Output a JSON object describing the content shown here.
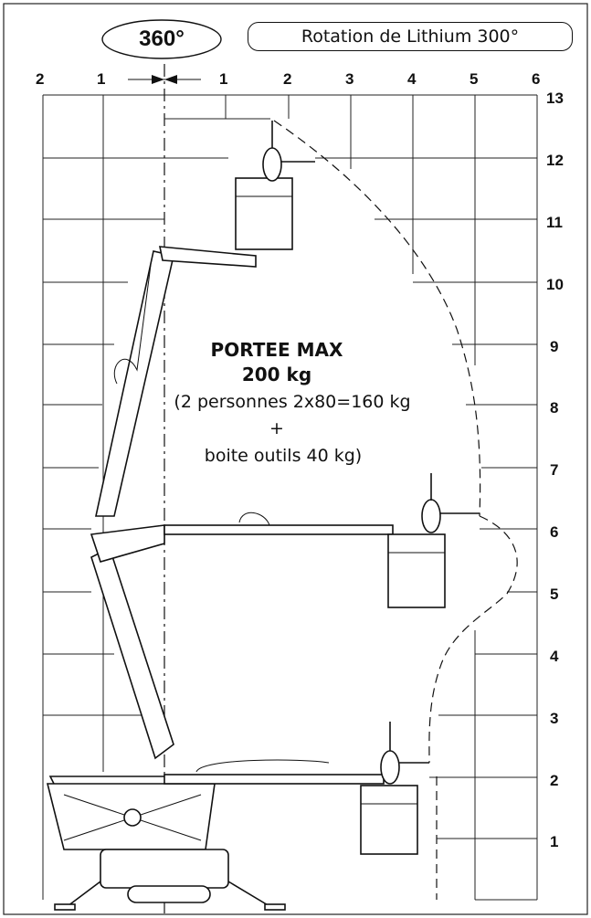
{
  "header": {
    "rotation_badge": "360°",
    "rotation_note": "Rotation de Lithium 300°"
  },
  "axes": {
    "horizontal_labels": [
      "2",
      "1",
      "1",
      "2",
      "3",
      "4",
      "5",
      "6"
    ],
    "vertical_labels": [
      "13",
      "12",
      "11",
      "10",
      "9",
      "8",
      "7",
      "6",
      "5",
      "4",
      "3",
      "2",
      "1"
    ]
  },
  "caption": {
    "title_line1": "PORTEE MAX",
    "title_line2": "200 kg",
    "line3": "(2 personnes 2x80=160 kg",
    "line4": "+",
    "line5": "boite outils 40 kg)"
  }
}
